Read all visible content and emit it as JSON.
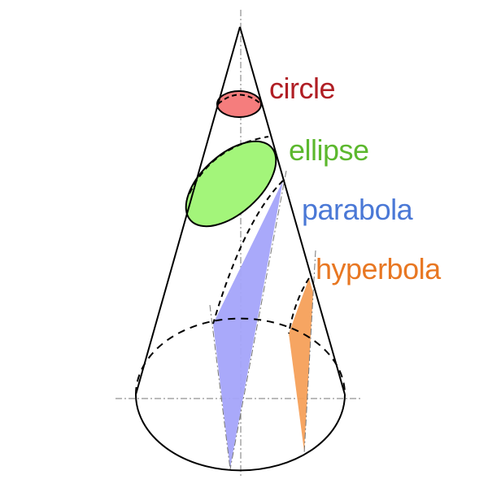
{
  "labels": {
    "circle": "circle",
    "ellipse": "ellipse",
    "parabola": "parabola",
    "hyperbola": "hyperbola"
  },
  "colors": {
    "circle_fill": "#f57d7d",
    "circle_text": "#b01e24",
    "ellipse_fill": "#a3f57a",
    "ellipse_text": "#5cb82e",
    "parabola_fill": "#a4a4fa",
    "parabola_text": "#4a78d6",
    "hyperbola_fill": "#f5a05a",
    "hyperbola_text": "#e87722",
    "outline": "#000000",
    "axis": "#777777"
  }
}
